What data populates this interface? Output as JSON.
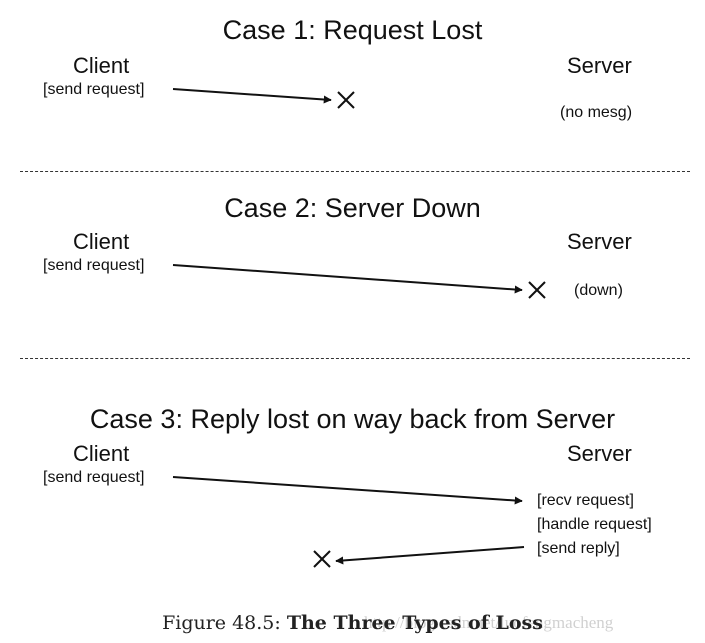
{
  "cases": [
    {
      "title": "Case 1: Request Lost",
      "client_label": "Client",
      "server_label": "Server",
      "client_action": "[send request]",
      "server_note": "(no mesg)"
    },
    {
      "title": "Case 2: Server Down",
      "client_label": "Client",
      "server_label": "Server",
      "client_action": "[send request]",
      "server_note": "(down)"
    },
    {
      "title": "Case 3: Reply lost on way back from Server",
      "client_label": "Client",
      "server_label": "Server",
      "client_action": "[send request]",
      "server_actions": [
        "[recv request]",
        "[handle request]",
        "[send reply]"
      ]
    }
  ],
  "caption": {
    "prefix": "Figure 48.5:",
    "title": "The Three Types of Loss"
  },
  "watermark": "http://blog.csdn.net/luofengmacheng",
  "colors": {
    "ink": "#111111",
    "divider": "#333333"
  }
}
